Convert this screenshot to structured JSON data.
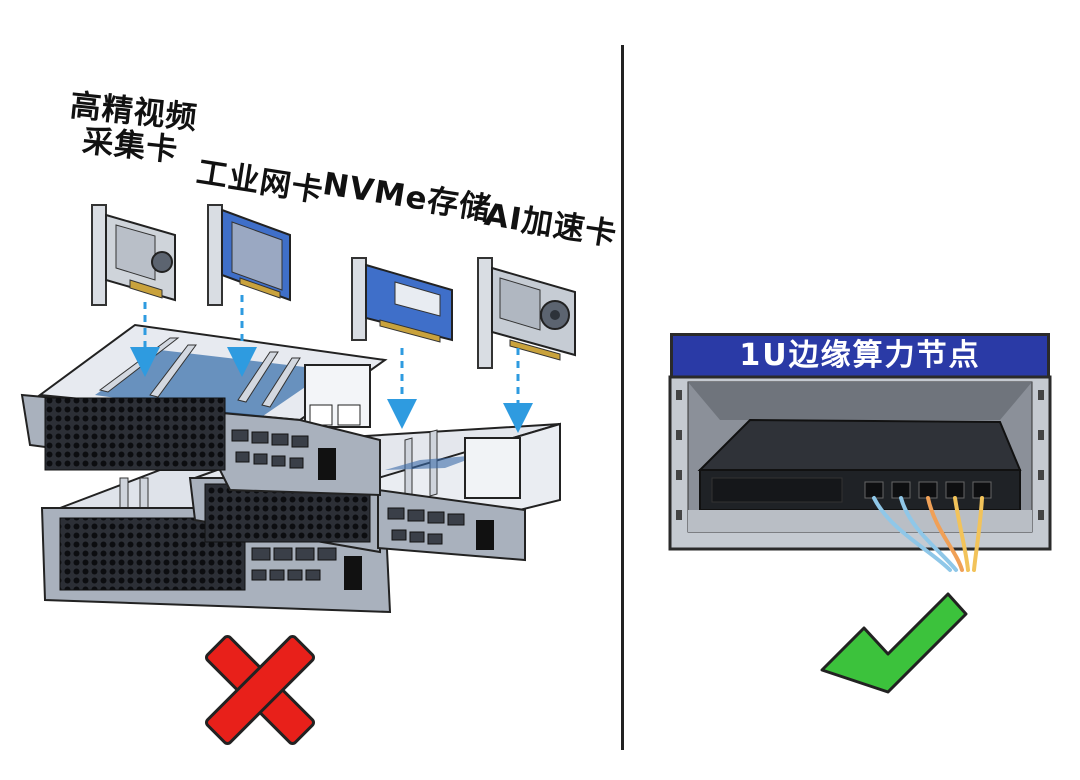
{
  "left_panel": {
    "cards": [
      {
        "label_line1": "高精视频",
        "label_line2": "采集卡"
      },
      {
        "label_line1": "工业网卡"
      },
      {
        "label_line1": "NVMe存储"
      },
      {
        "label_line1": "AI加速卡"
      }
    ],
    "verdict": "cross-icon"
  },
  "right_panel": {
    "title": "1U边缘算力节点",
    "verdict": "check-icon"
  },
  "colors": {
    "banner": "#2a3aa6",
    "cross": "#e8201a",
    "check": "#3cc23c",
    "arrow": "#2e9be0",
    "card_blue": "#3f6fc9"
  }
}
